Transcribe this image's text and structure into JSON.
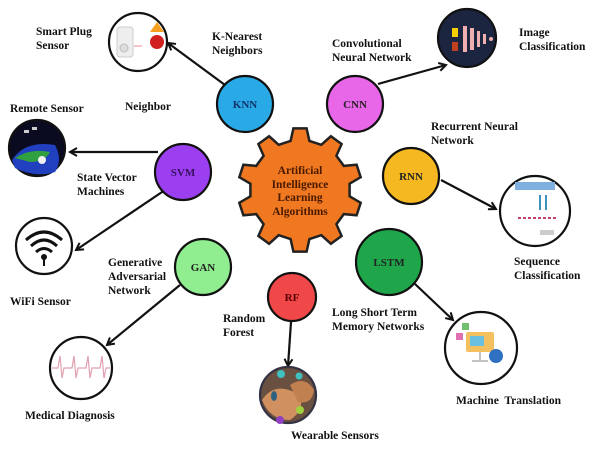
{
  "center": {
    "label": "Artificial Intelligence Learning Algorithms",
    "lines": [
      "Artificial",
      "Intelligence",
      "Learning",
      "Algorithms"
    ],
    "color": "#f07820"
  },
  "algorithms": [
    {
      "id": "knn",
      "abbr": "KNN",
      "full_name": "K-Nearest Neighbors",
      "color": "#29a9e6",
      "application": "Smart Plug Sensor",
      "extra_label": "Neighbor"
    },
    {
      "id": "cnn",
      "abbr": "CNN",
      "full_name": "Convolutional Neural Network",
      "color": "#e866e8",
      "application": "Image Classification"
    },
    {
      "id": "svm",
      "abbr": "SVM",
      "full_name": "State Vector Machines",
      "color": "#9b3ff0",
      "application": "Remote Sensor",
      "application2": "WiFi Sensor"
    },
    {
      "id": "rnn",
      "abbr": "RNN",
      "full_name": "Recurrent Neural Network",
      "color": "#f5b820",
      "application": "Sequence Classification"
    },
    {
      "id": "gan",
      "abbr": "GAN",
      "full_name": "Generative Adversarial Network",
      "color": "#90ee90",
      "application": "Medical Diagnosis"
    },
    {
      "id": "lstm",
      "abbr": "LSTM",
      "full_name": "Long Short Term Memory Networks",
      "color": "#1fa64a",
      "application": "Machine  Translation"
    },
    {
      "id": "rf",
      "abbr": "RF",
      "full_name": "Random Forest",
      "color": "#f04848",
      "application": "Wearable Sensors"
    }
  ],
  "labels": {
    "smart_plug": [
      "Smart Plug",
      "Sensor"
    ],
    "knn_full": [
      "K-Nearest",
      "Neighbors"
    ],
    "neighbor": "Neighbor",
    "cnn_full": [
      "Convolutional",
      "Neural Network"
    ],
    "image_class": [
      "Image",
      "Classification"
    ],
    "remote_sensor": "Remote Sensor",
    "svm_full": [
      "State Vector",
      "Machines"
    ],
    "rnn_full": [
      "Recurrent Neural",
      "Network"
    ],
    "seq_class": [
      "Sequence",
      "Classification"
    ],
    "gan_full": [
      "Generative",
      "Adversarial",
      "Network"
    ],
    "wifi": "WiFi Sensor",
    "rf_full": [
      "Random",
      "Forest"
    ],
    "lstm_full": [
      "Long Short Term",
      "Memory Networks"
    ],
    "medical": "Medical Diagnosis",
    "machine_trans": "Machine  Translation",
    "wearable": "Wearable Sensors"
  }
}
